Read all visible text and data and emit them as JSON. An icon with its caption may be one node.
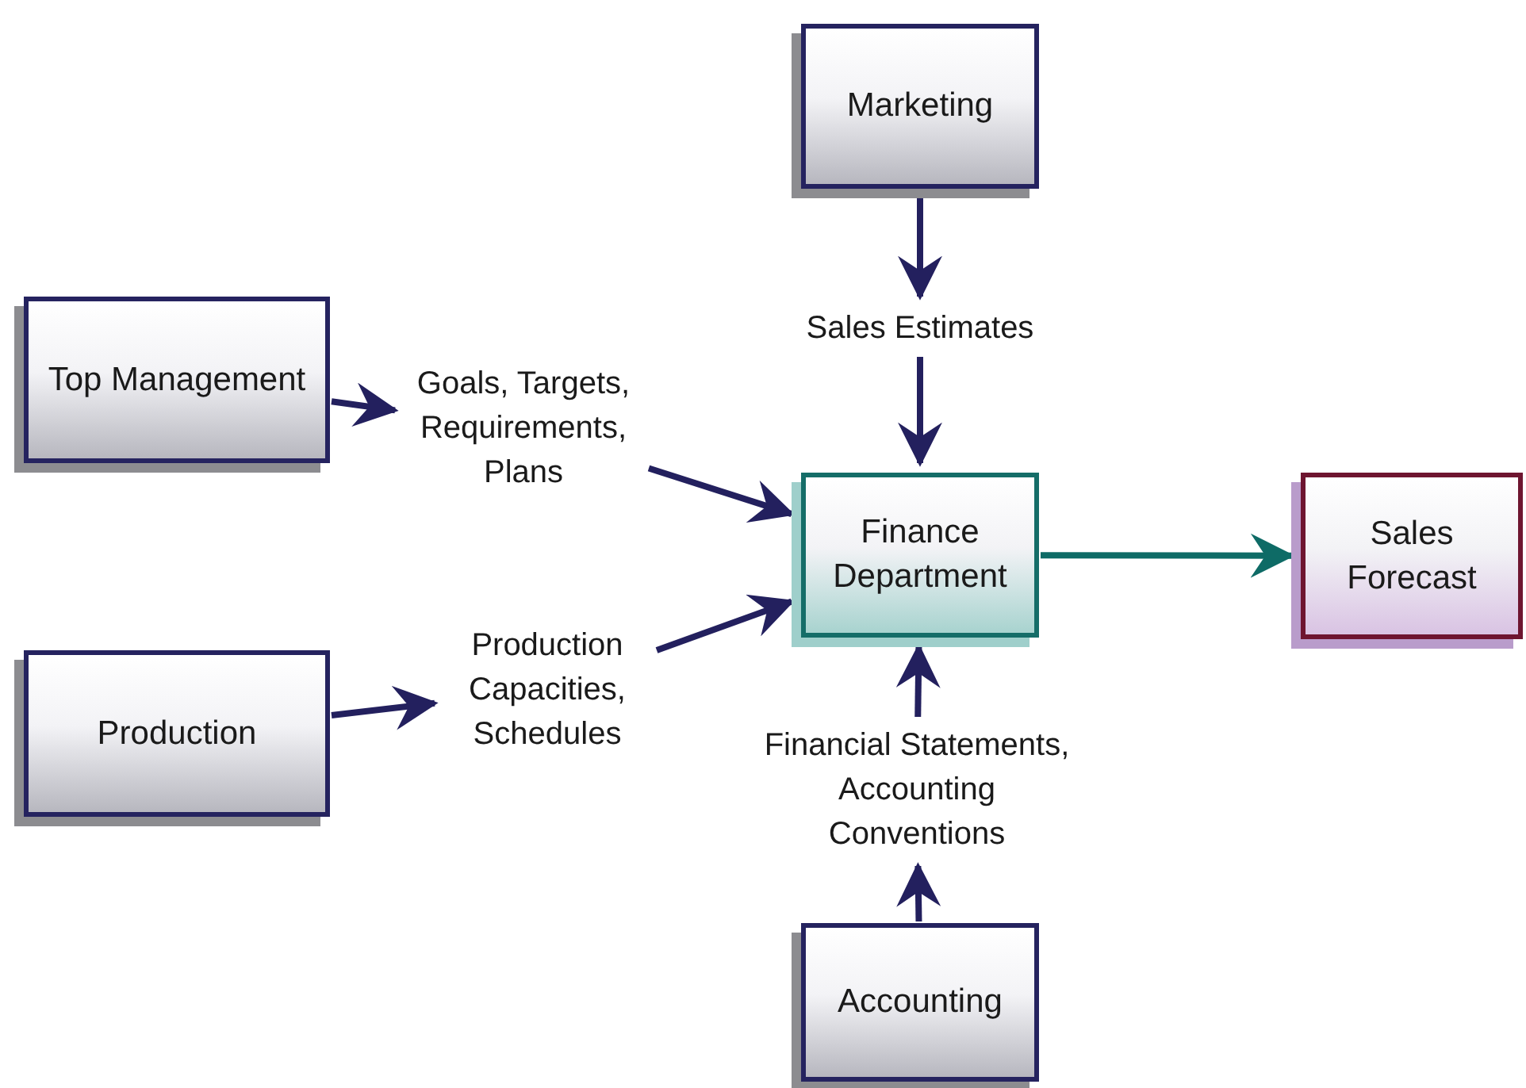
{
  "diagram": {
    "nodes": [
      {
        "text": [
          "Marketing"
        ]
      },
      {
        "text": [
          "Top Management"
        ]
      },
      {
        "text": [
          "Goals, Targets, Requirements, Plans"
        ]
      },
      {
        "text": [
          "Sales Estimates"
        ]
      },
      {
        "text": [
          "Finance Department"
        ]
      },
      {
        "text": [
          "Sales Forecast"
        ]
      },
      {
        "text": [
          "Production"
        ]
      },
      {
        "text": [
          "Production Capacities, Schedules"
        ]
      },
      {
        "text": [
          "Financial Statements, Accounting Conventions"
        ]
      },
      {
        "text": [
          "Accounting"
        ]
      }
    ],
    "edges": [
      {
        "from": 0,
        "to": 3,
        "arrow": "to"
      },
      {
        "from": 3,
        "to": 4,
        "arrow": "to"
      },
      {
        "from": 1,
        "to": 2,
        "arrow": "to"
      },
      {
        "from": 2,
        "to": 4,
        "arrow": "to"
      },
      {
        "from": 6,
        "to": 7,
        "arrow": "to"
      },
      {
        "from": 7,
        "to": 4,
        "arrow": "to"
      },
      {
        "from": 9,
        "to": 8,
        "arrow": "to"
      },
      {
        "from": 8,
        "to": 4,
        "arrow": "to"
      },
      {
        "from": 4,
        "to": 5,
        "arrow": "to",
        "color": "#0e6b66"
      }
    ]
  }
}
